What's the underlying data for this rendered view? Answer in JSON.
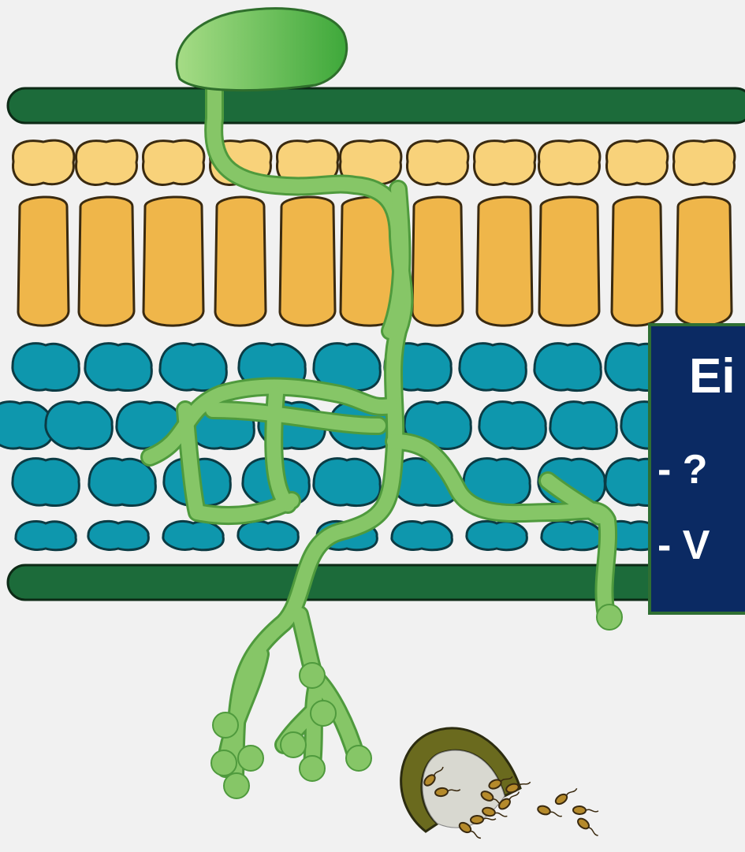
{
  "colors": {
    "background": "#f1f1f1",
    "epidermis": "#1c6b3a",
    "palisade_top": "#f8d27a",
    "palisade": "#efb64a",
    "spongy": "#0e97ad",
    "fungus": "#86c667",
    "fungus_outline": "#4f9a3d",
    "label_box": "#0b2a63",
    "label_border": "#2f6f33",
    "ascus_wall": "#6a6a1e",
    "spore": "#b58a2b"
  },
  "label": {
    "title": "Ei",
    "line1": "- ?",
    "line2": "- V"
  },
  "icons": [
    "spore-germ-tube",
    "fruiting-body"
  ]
}
